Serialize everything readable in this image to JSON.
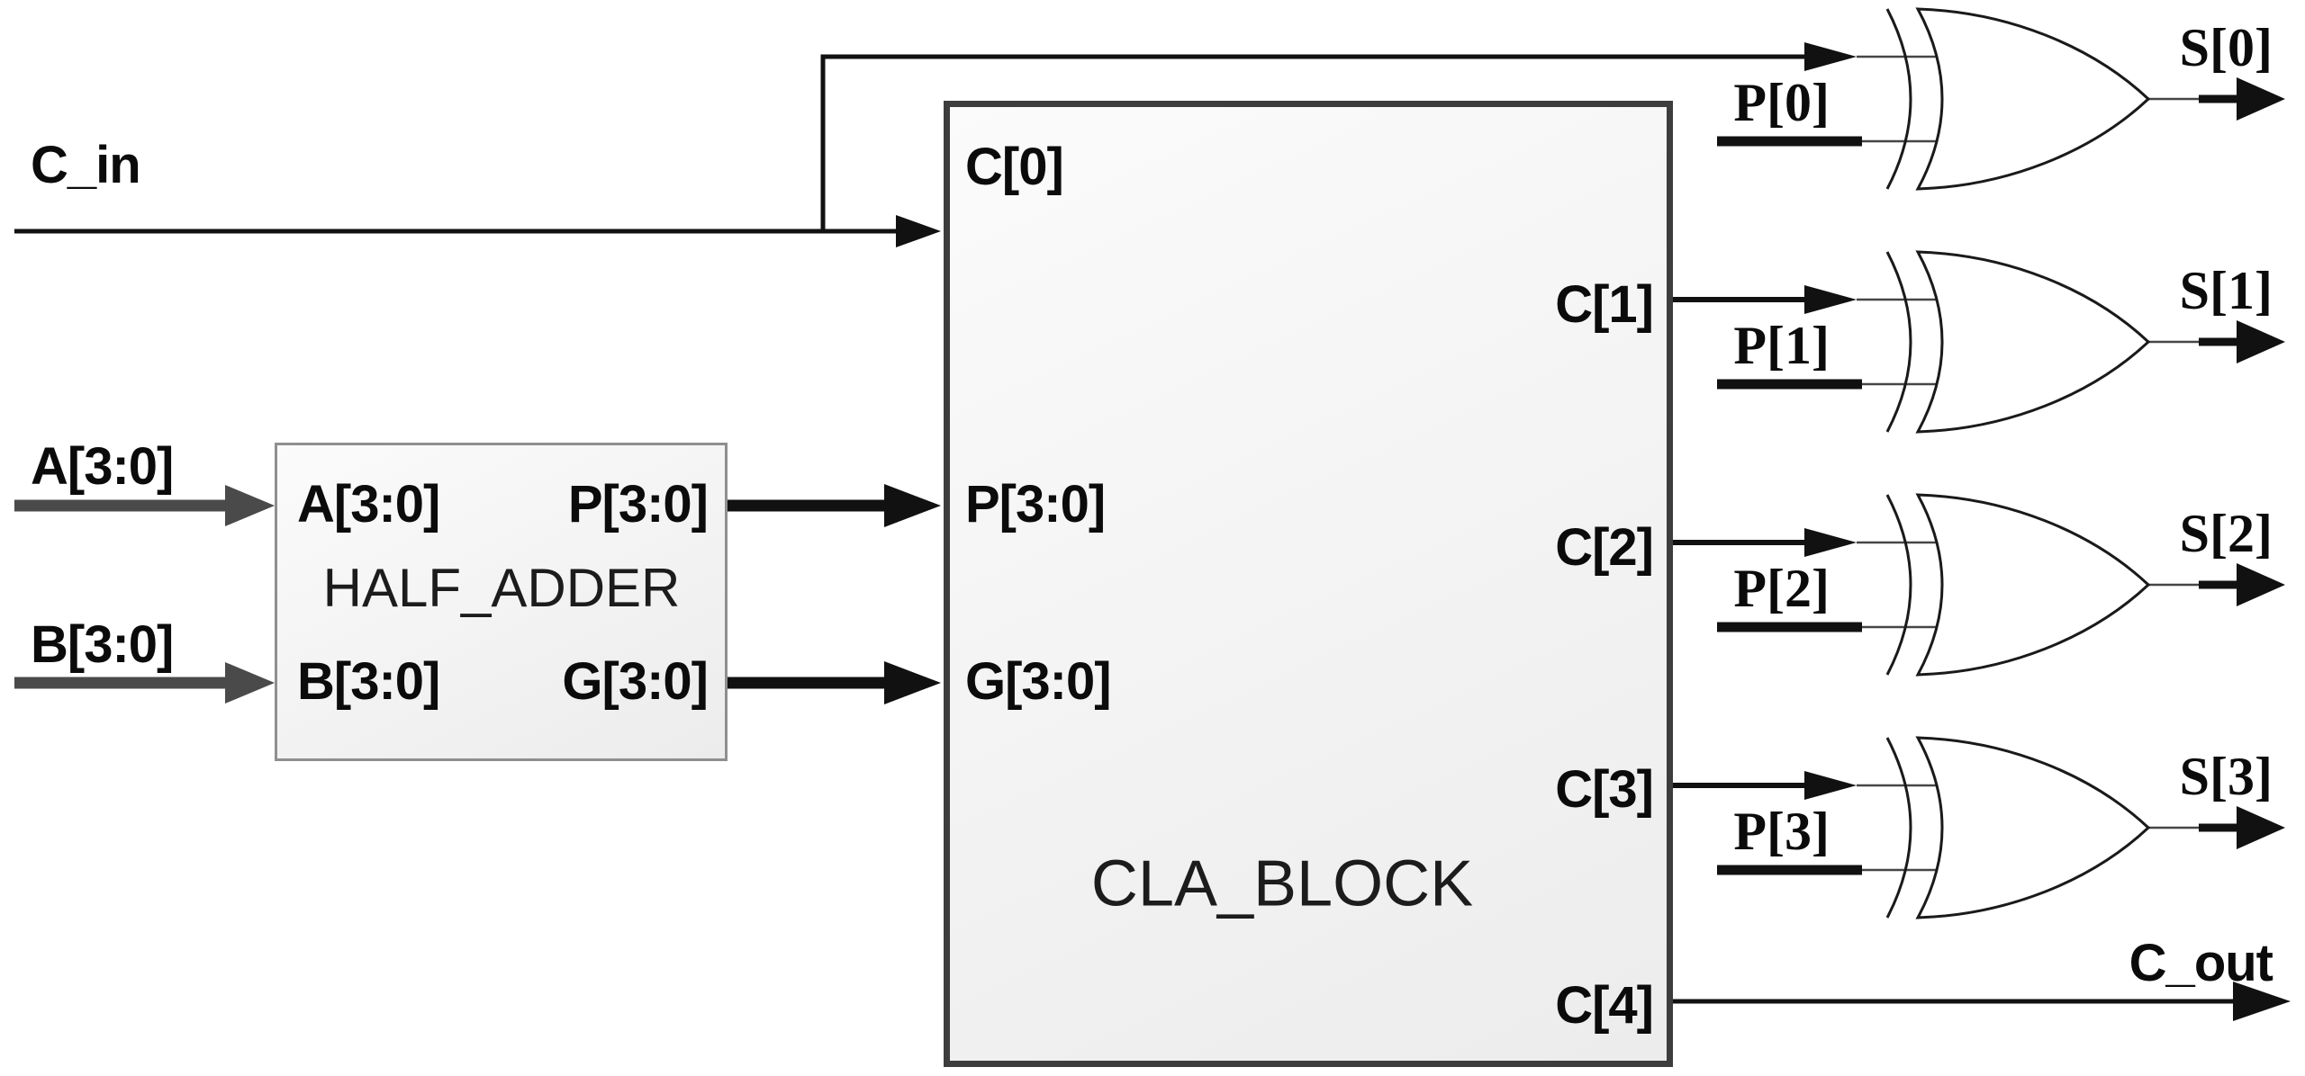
{
  "signals": {
    "c_in": "C_in",
    "a_in": "A[3:0]",
    "b_in": "B[3:0]",
    "c_out": "C_out"
  },
  "half_adder": {
    "title": "HALF_ADDER",
    "port_a": "A[3:0]",
    "port_b": "B[3:0]",
    "port_p": "P[3:0]",
    "port_g": "G[3:0]"
  },
  "cla_block": {
    "title": "CLA_BLOCK",
    "port_c0": "C[0]",
    "port_p": "P[3:0]",
    "port_g": "G[3:0]",
    "port_c1": "C[1]",
    "port_c2": "C[2]",
    "port_c3": "C[3]",
    "port_c4": "C[4]"
  },
  "gates": [
    {
      "p_label": "P[0]",
      "s_label": "S[0]"
    },
    {
      "p_label": "P[1]",
      "s_label": "S[1]"
    },
    {
      "p_label": "P[2]",
      "s_label": "S[2]"
    },
    {
      "p_label": "P[3]",
      "s_label": "S[3]"
    }
  ],
  "colors": {
    "wire": "#111111",
    "stub": "#464646",
    "bus_arrow": "#4a4a4a",
    "cla_border": "#3d3d3d",
    "half_border": "#8f8f8f",
    "gate_stroke": "#1a1a1a",
    "block_fill_light": "#fbfbfb",
    "block_fill_dark": "#ececec",
    "text": "#0b0b0b"
  }
}
